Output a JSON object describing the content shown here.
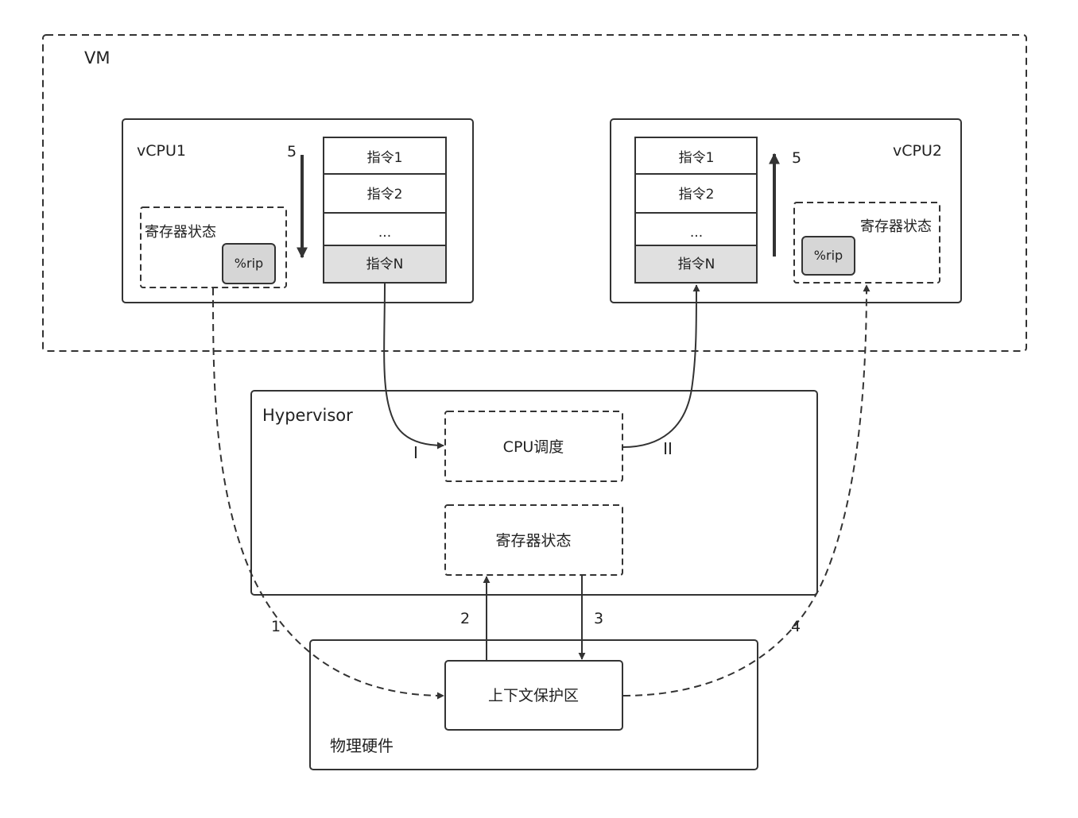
{
  "vm": {
    "label": "VM"
  },
  "vcpu1": {
    "label": "vCPU1",
    "arrow_step": "5",
    "register_state": {
      "label": "寄存器状态",
      "rip": "%rip"
    },
    "instructions": [
      "指令1",
      "指令2",
      "...",
      "指令N"
    ]
  },
  "vcpu2": {
    "label": "vCPU2",
    "arrow_step": "5",
    "register_state": {
      "label": "寄存器状态",
      "rip": "%rip"
    },
    "instructions": [
      "指令1",
      "指令2",
      "...",
      "指令N"
    ]
  },
  "hypervisor": {
    "label": "Hypervisor",
    "cpu_scheduler": "CPU调度",
    "register_state": "寄存器状态",
    "switch_in": "I",
    "switch_out": "II"
  },
  "hardware": {
    "label": "物理硬件",
    "context_area": "上下文保护区"
  },
  "steps": {
    "s1": "1",
    "s2": "2",
    "s3": "3",
    "s4": "4"
  },
  "colors": {
    "stroke": "#333333",
    "highlight_fill": "#e0e0e0",
    "rip_fill": "#d6d6d6",
    "background": "#ffffff"
  }
}
